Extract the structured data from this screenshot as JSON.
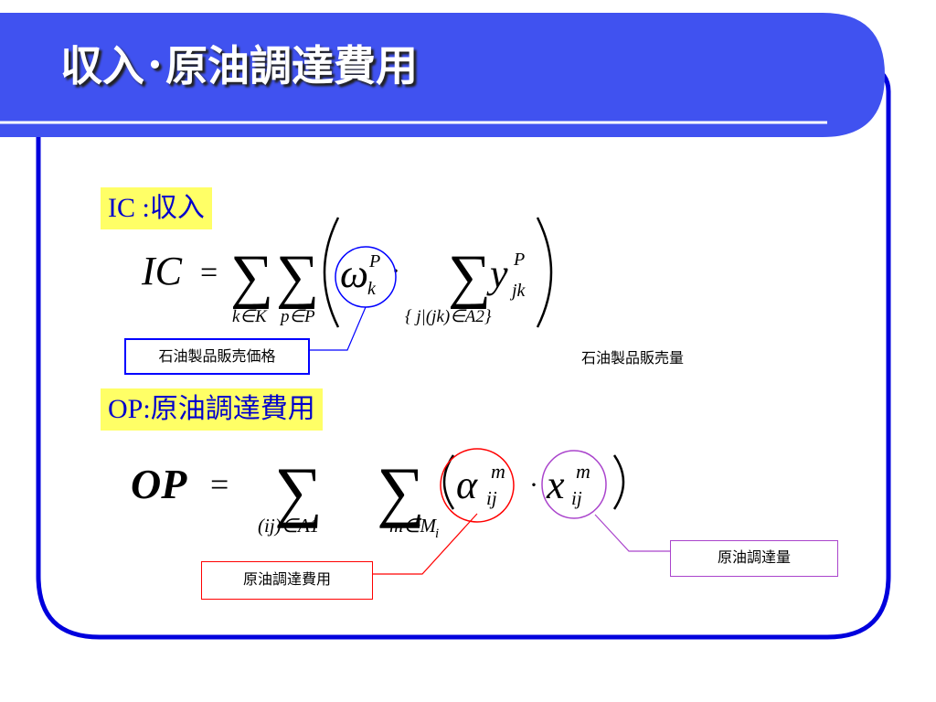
{
  "slide": {
    "title": "収入･原油調達費用",
    "colors": {
      "header_blue": "#4052f0",
      "frame_blue": "#0000dd",
      "label_bg": "#ffff66",
      "label_text": "#0000cc",
      "callout_blue": "#0000ff",
      "callout_red": "#ff0000",
      "callout_purple": "#aa44cc"
    }
  },
  "ic": {
    "abbr": "IC",
    "sep": " :",
    "label": "収入",
    "formula": {
      "lhs": "IC",
      "equals": "=",
      "sum1_sub": "k∈K",
      "sum2_sub": "p∈P",
      "omega": "ω",
      "omega_sup": "P",
      "omega_sub": "k",
      "dot": "·",
      "sum3_sub": "{ j|(jk)∈A2}",
      "y": "y",
      "y_sup": "P",
      "y_sub": "jk"
    },
    "callout_price": "石油製品販売価格",
    "callout_volume": "石油製品販売量"
  },
  "op": {
    "abbr": "OP",
    "sep": ":",
    "label": "原油調達費用",
    "formula": {
      "lhs": "OP",
      "equals": "=",
      "sum1_sub": "(ij)∈A1",
      "sum2_sub": "m∈M",
      "sum2_sub_i": "i",
      "alpha": "α",
      "alpha_sup": "m",
      "alpha_sub": "ij",
      "dot": "·",
      "x": "x",
      "x_sup": "m",
      "x_sub": "ij"
    },
    "callout_cost": "原油調達費用",
    "callout_volume": "原油調達量"
  }
}
